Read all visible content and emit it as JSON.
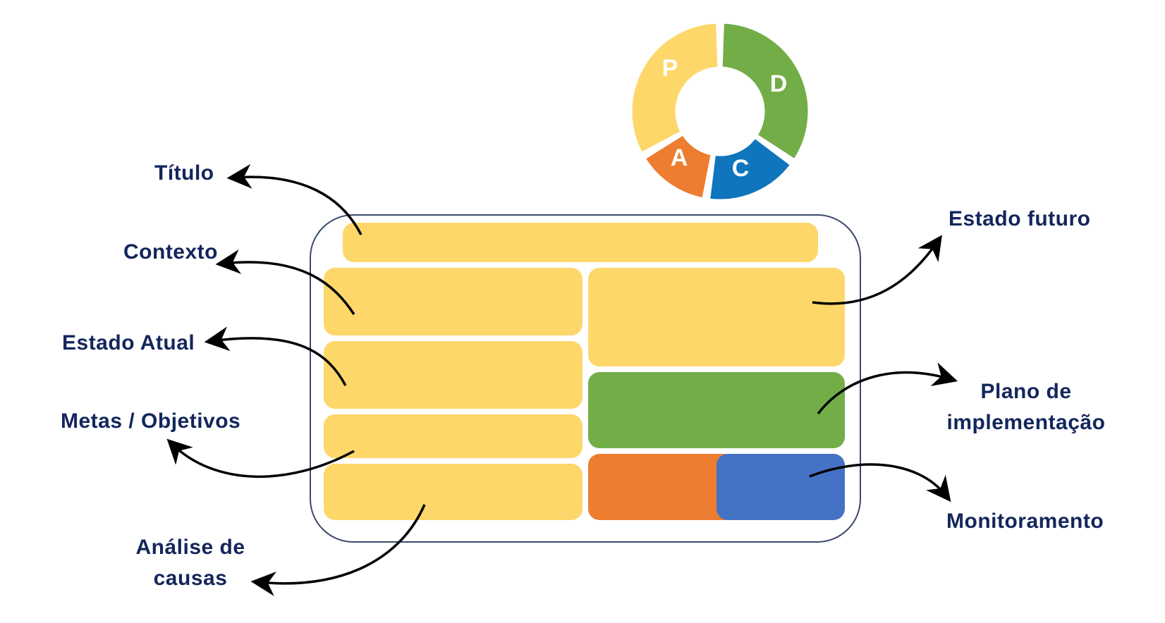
{
  "pdca": {
    "segments": [
      {
        "letter": "P",
        "color": "#fdd76a"
      },
      {
        "letter": "D",
        "color": "#72ad47"
      },
      {
        "letter": "C",
        "color": "#0f75bd"
      },
      {
        "letter": "A",
        "color": "#ed7d31"
      }
    ]
  },
  "labels": {
    "titulo": "Título",
    "contexto": "Contexto",
    "estado_atual": "Estado Atual",
    "metas_objetivos": "Metas / Objetivos",
    "analise_causas_line1": "Análise de",
    "analise_causas_line2": "causas",
    "estado_futuro": "Estado futuro",
    "plano_line1": "Plano de",
    "plano_line2": "implementação",
    "monitoramento": "Monitoramento"
  },
  "colors": {
    "label_text": "#13265c",
    "frame_border": "#3b4a6b",
    "yellow": "#fdd76a",
    "green": "#72ad47",
    "orange": "#ed7d31",
    "blue": "#4472c4",
    "arrow": "#000000"
  }
}
